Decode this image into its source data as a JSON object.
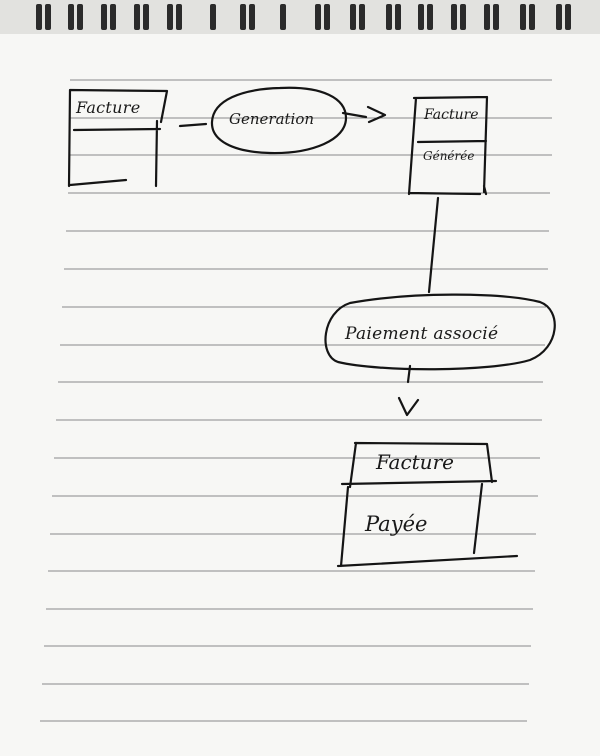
{
  "diagram": {
    "nodes": {
      "facture_initial": {
        "title": "Facture",
        "state": ""
      },
      "facture_generee": {
        "title": "Facture",
        "state": "Générée"
      },
      "facture_payee": {
        "title": "Facture",
        "state": "Payée"
      }
    },
    "transitions": {
      "generation": "Generation",
      "paiement": "Paiement associé"
    }
  }
}
